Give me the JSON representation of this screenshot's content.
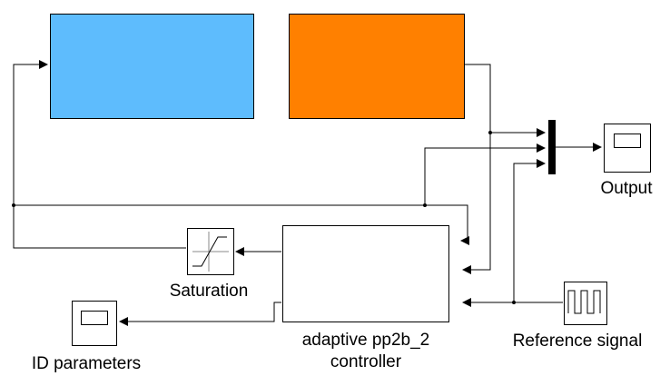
{
  "blocks": {
    "blue_block": {
      "color": "#5ebcfd"
    },
    "orange_block": {
      "color": "#ff8000"
    },
    "output_scope": {
      "label": "Output"
    },
    "saturation": {
      "label": "Saturation"
    },
    "controller": {
      "label_line1": "adaptive pp2b_2",
      "label_line2": "controller"
    },
    "reference_signal": {
      "label": "Reference signal"
    },
    "id_parameters_scope": {
      "label": "ID parameters"
    }
  }
}
